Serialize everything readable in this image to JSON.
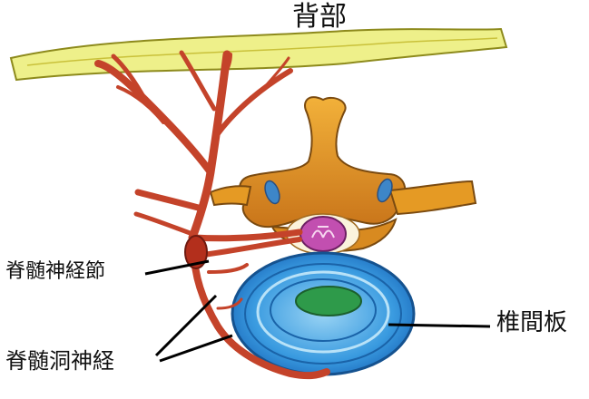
{
  "labels": {
    "title": "背部",
    "ganglion": "脊髄神経節",
    "sinuvertebral_nerve": "脊髄洞神経",
    "disc": "椎間板"
  },
  "colors": {
    "fat_layer": "#eef08a",
    "nerve": "#c4432a",
    "vertebra": "#e0961e",
    "disc_outer": "#2f8fd8",
    "nucleus": "#2e9a4a",
    "cord": "#c24fb0",
    "leader_line": "#000000"
  }
}
